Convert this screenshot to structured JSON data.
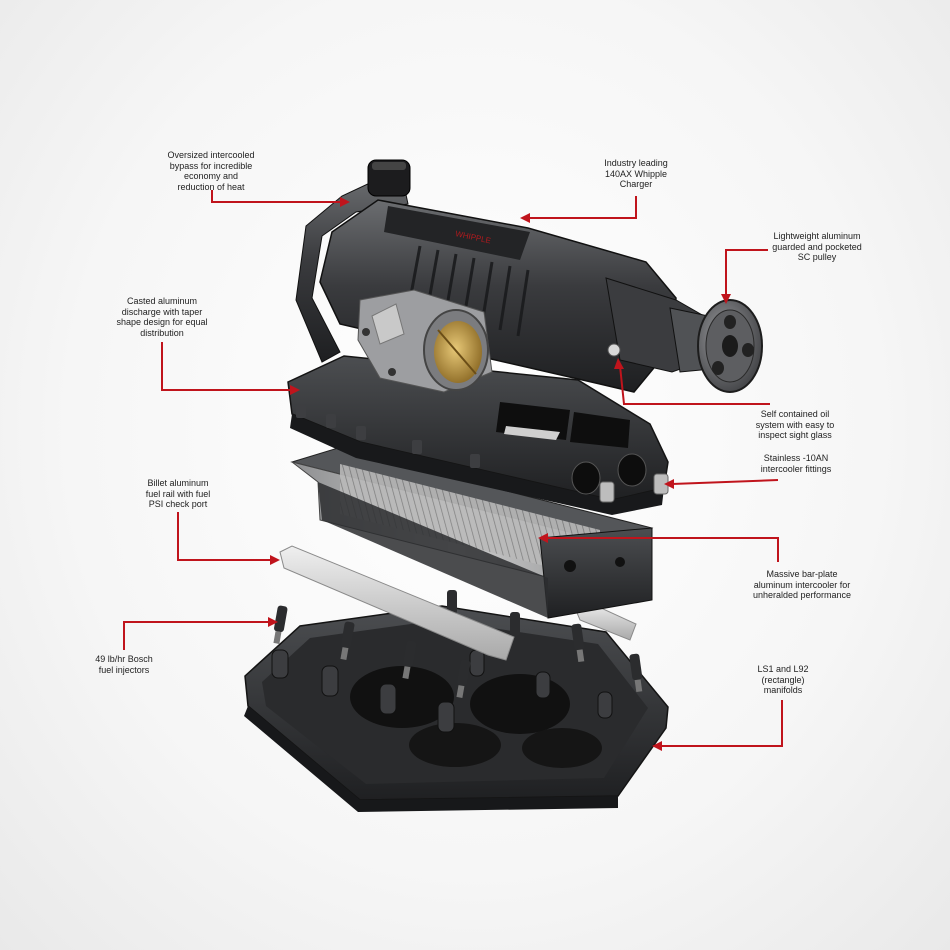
{
  "callouts": {
    "bypass": [
      "Oversized intercooled",
      "bypass for incredible",
      "economy and",
      "reduction of heat"
    ],
    "charger": [
      "Industry leading",
      "140AX Whipple",
      "Charger"
    ],
    "pulley": [
      "Lightweight aluminum",
      "guarded and pocketed",
      "SC pulley"
    ],
    "discharge": [
      "Casted aluminum",
      "discharge with taper",
      "shape design for equal",
      "distribution"
    ],
    "oil": [
      "Self contained oil",
      "system with easy to",
      "inspect sight glass"
    ],
    "fittings": [
      "Stainless -10AN",
      "intercooler fittings"
    ],
    "fuel_rail": [
      "Billet aluminum",
      "fuel rail with fuel",
      "PSI check port"
    ],
    "intercooler": [
      "Massive bar-plate",
      "aluminum intercooler for",
      "unheralded performance"
    ],
    "injectors": [
      "49 lb/hr Bosch",
      "fuel injectors"
    ],
    "manifold": [
      "LS1 and L92",
      "(rectangle)",
      "manifolds"
    ]
  },
  "colors": {
    "leader_line": "#c0141c",
    "metal_dark": "#2e2f31",
    "metal_mid": "#55575a",
    "aluminum": "#c9c9c9",
    "throttle_bore": "#c9a24a"
  }
}
